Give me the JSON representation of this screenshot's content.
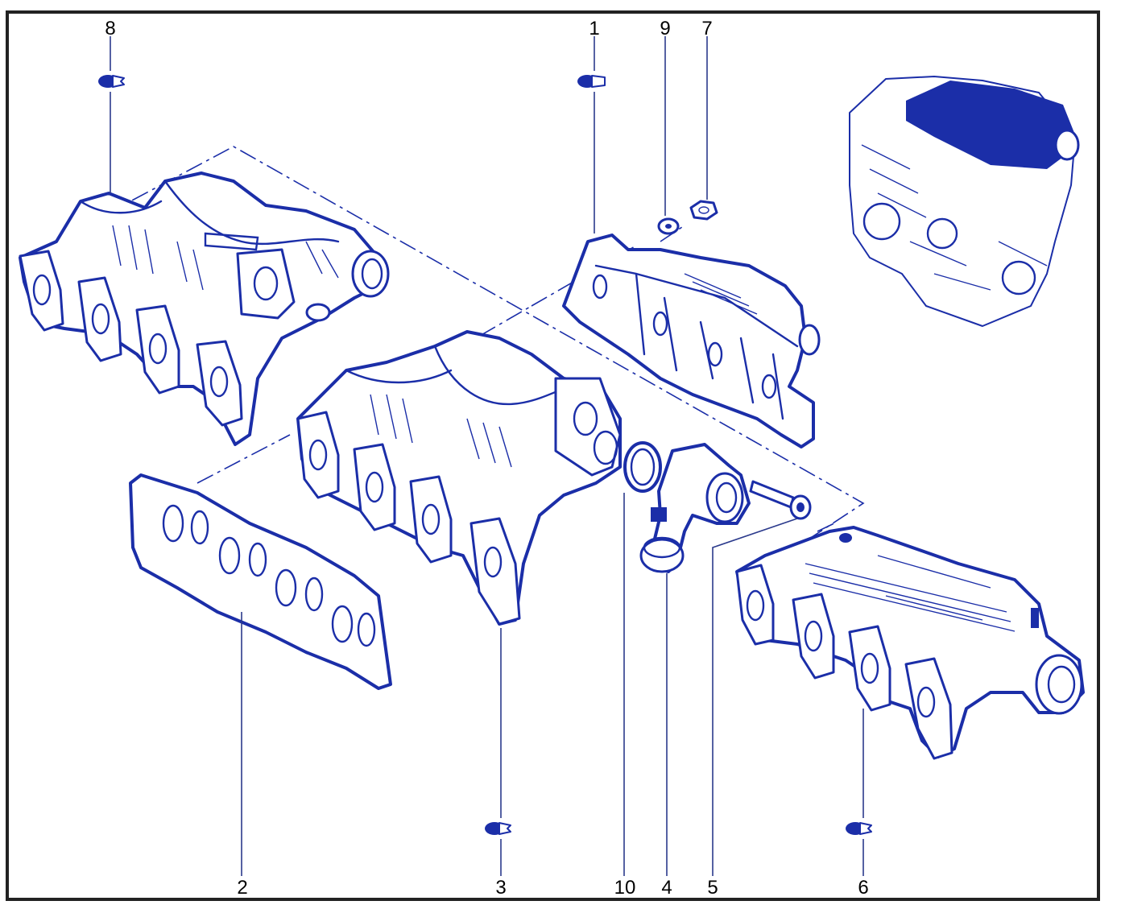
{
  "diagram": {
    "callouts": [
      {
        "id": "c1",
        "label": "1"
      },
      {
        "id": "c2",
        "label": "2"
      },
      {
        "id": "c3",
        "label": "3"
      },
      {
        "id": "c4",
        "label": "4"
      },
      {
        "id": "c5",
        "label": "5"
      },
      {
        "id": "c6",
        "label": "6"
      },
      {
        "id": "c7",
        "label": "7"
      },
      {
        "id": "c8",
        "label": "8"
      },
      {
        "id": "c9",
        "label": "9"
      },
      {
        "id": "c10",
        "label": "10"
      }
    ],
    "colors": {
      "line": "#1b2ea8",
      "frame": "#222222",
      "background": "#ffffff"
    }
  }
}
